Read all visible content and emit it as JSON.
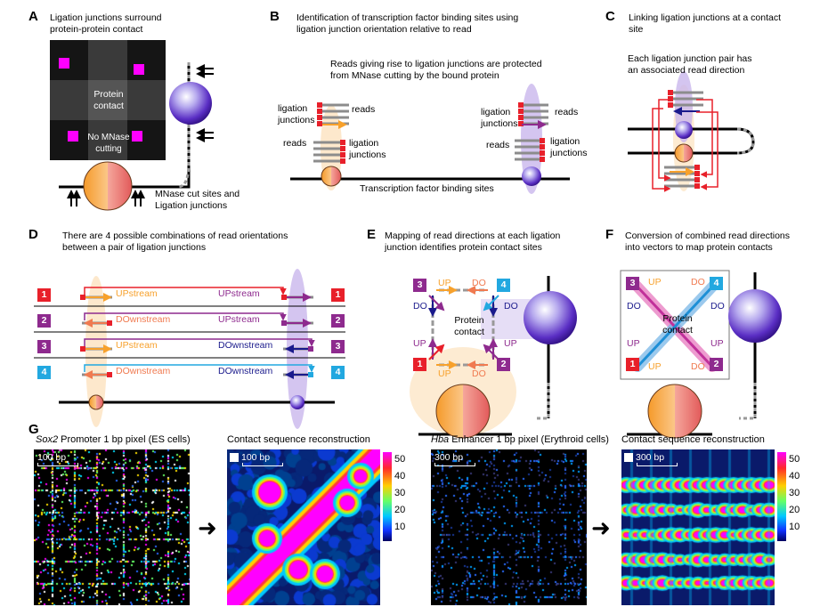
{
  "panels": {
    "A": {
      "letter": "A",
      "caption_1": "Ligation junctions surround",
      "caption_2": "protein-protein contact",
      "center_1": "Protein",
      "center_2": "contact",
      "nomnase_1": "No MNase",
      "nomnase_2": "cutting",
      "bottom_1": "MNase cut sites and",
      "bottom_2": "Ligation junctions"
    },
    "B": {
      "letter": "B",
      "caption_1": "Identification of transcription factor binding sites using",
      "caption_2": "ligation junction orientation relative to read",
      "sub_1": "Reads giving rise to ligation junctions are protected",
      "sub_2": "from MNase cutting by the bound protein",
      "lj_1": "ligation",
      "lj_2": "junctions",
      "reads": "reads",
      "bottom": "Transcription factor binding sites"
    },
    "C": {
      "letter": "C",
      "caption_1": "Linking ligation junctions at a contact",
      "caption_2": "site",
      "sub_1": "Each ligation junction pair has",
      "sub_2": "an associated read direction"
    },
    "D": {
      "letter": "D",
      "caption_1": "There are 4 possible combinations of read orientations",
      "caption_2": "between a pair of ligation junctions",
      "rows": [
        {
          "num": "1",
          "left": "UPstream",
          "right": "UPstream"
        },
        {
          "num": "2",
          "left": "DOwnstream",
          "right": "UPstream"
        },
        {
          "num": "3",
          "left": "UPstream",
          "right": "DOwnstream"
        },
        {
          "num": "4",
          "left": "DOwnstream",
          "right": "DOwnstream"
        }
      ]
    },
    "E": {
      "letter": "E",
      "caption_1": "Mapping of read directions at each ligation",
      "caption_2": "junction identifies protein contact sites",
      "up": "UP",
      "do": "DO",
      "center_1": "Protein",
      "center_2": "contact",
      "nums": [
        "1",
        "2",
        "3",
        "4"
      ]
    },
    "F": {
      "letter": "F",
      "caption_1": "Conversion of combined read directions",
      "caption_2": "into vectors to map protein contacts",
      "up": "UP",
      "do": "DO",
      "center_1": "Protein",
      "center_2": "contact",
      "nums": [
        "1",
        "2",
        "3",
        "4"
      ]
    },
    "G": {
      "letter": "G",
      "sox2_italic": "Sox2",
      "sox2_rest": " Promoter 1 bp pixel (ES cells)",
      "recon_1": "Contact sequence reconstruction",
      "hba_italic": "Hba",
      "hba_rest": " Enhancer 1 bp pixel (Erythroid cells)",
      "recon_2": "Contact sequence reconstruction",
      "scale_100": "100 bp",
      "scale_300": "300 bp",
      "colorbar_ticks": [
        "50",
        "40",
        "30",
        "20",
        "10"
      ]
    }
  },
  "colors": {
    "red": "#e8202a",
    "orange": "#f7a12c",
    "purple": "#8e2a8e",
    "blue": "#22a8e0",
    "navy": "#1a1a8c",
    "magenta": "#ff00ff",
    "grey_read": "#8c8c8c"
  }
}
